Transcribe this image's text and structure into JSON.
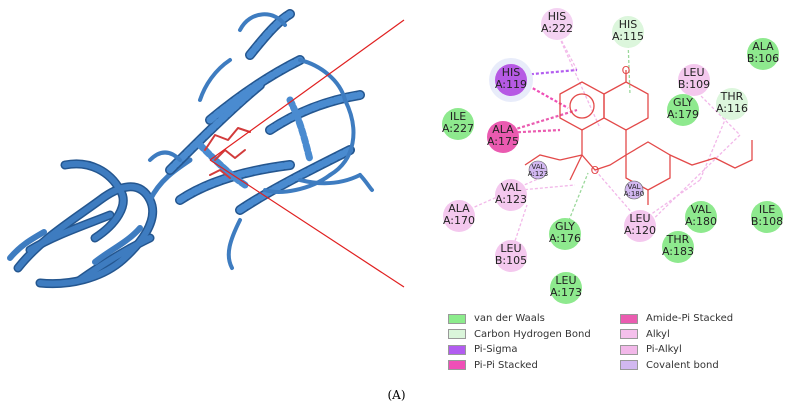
{
  "caption": "(A)",
  "legend": [
    {
      "label": "van der Waals",
      "color": "#8cec8c"
    },
    {
      "label": "Carbon Hydrogen Bond",
      "color": "#daf5da"
    },
    {
      "label": "Pi-Sigma",
      "color": "#b25cf0"
    },
    {
      "label": "Pi-Pi Stacked",
      "color": "#ef4fb7"
    },
    {
      "label": "Amide-Pi Stacked",
      "color": "#ea5cb0"
    },
    {
      "label": "Alkyl",
      "color": "#f5c0ec"
    },
    {
      "label": "Pi-Alkyl",
      "color": "#f2b8e9"
    },
    {
      "label": "Covalent bond",
      "color": "#d2b8f0"
    }
  ],
  "ligand_atoms": {
    "oxygen_ring": "O",
    "oxygen_carbonyl": "O"
  },
  "residues": [
    {
      "name": "HIS",
      "id": "A:222",
      "type": "Pi-Alkyl",
      "color": "#f4d2f2"
    },
    {
      "name": "HIS",
      "id": "A:115",
      "type": "Carbon Hydrogen Bond",
      "color": "#dcf6dc"
    },
    {
      "name": "ALA",
      "id": "B:106",
      "type": "van der Waals",
      "color": "#8ee98e"
    },
    {
      "name": "HIS",
      "id": "A:119",
      "type": "Pi-Sigma",
      "color": "#b65ae4"
    },
    {
      "name": "LEU",
      "id": "B:109",
      "type": "Alkyl",
      "color": "#f4c8ee"
    },
    {
      "name": "GLY",
      "id": "A:179",
      "type": "van der Waals",
      "color": "#8ee98e"
    },
    {
      "name": "THR",
      "id": "A:116",
      "type": "Carbon Hydrogen Bond",
      "color": "#dcf6dc"
    },
    {
      "name": "ILE",
      "id": "A:227",
      "type": "van der Waals",
      "color": "#8ee98e"
    },
    {
      "name": "ALA",
      "id": "A:175",
      "type": "Amide-Pi Stacked",
      "color": "#ea5ab0"
    },
    {
      "name": "ALA",
      "id": "A:170",
      "type": "Alkyl",
      "color": "#f4c8ee"
    },
    {
      "name": "VAL",
      "id": "A:123",
      "type": "Alkyl",
      "color": "#f4c8ee"
    },
    {
      "name": "GLY",
      "id": "A:176",
      "type": "van der Waals",
      "color": "#8ee98e"
    },
    {
      "name": "LEU",
      "id": "A:120",
      "type": "Alkyl",
      "color": "#f4c8ee"
    },
    {
      "name": "VAL",
      "id": "A:180",
      "type": "van der Waals",
      "color": "#8ee98e"
    },
    {
      "name": "ILE",
      "id": "B:108",
      "type": "van der Waals",
      "color": "#8ee98e"
    },
    {
      "name": "THR",
      "id": "A:183",
      "type": "van der Waals",
      "color": "#8ee98e"
    },
    {
      "name": "LEU",
      "id": "B:105",
      "type": "Alkyl",
      "color": "#f4c8ee"
    },
    {
      "name": "LEU",
      "id": "A:173",
      "type": "van der Waals",
      "color": "#8ee98e"
    }
  ],
  "small_residues": [
    {
      "name": "VAL",
      "id": "A:123",
      "color": "#d2b8f0"
    },
    {
      "name": "VAL",
      "id": "A:180",
      "color": "#d2b8f0"
    }
  ]
}
